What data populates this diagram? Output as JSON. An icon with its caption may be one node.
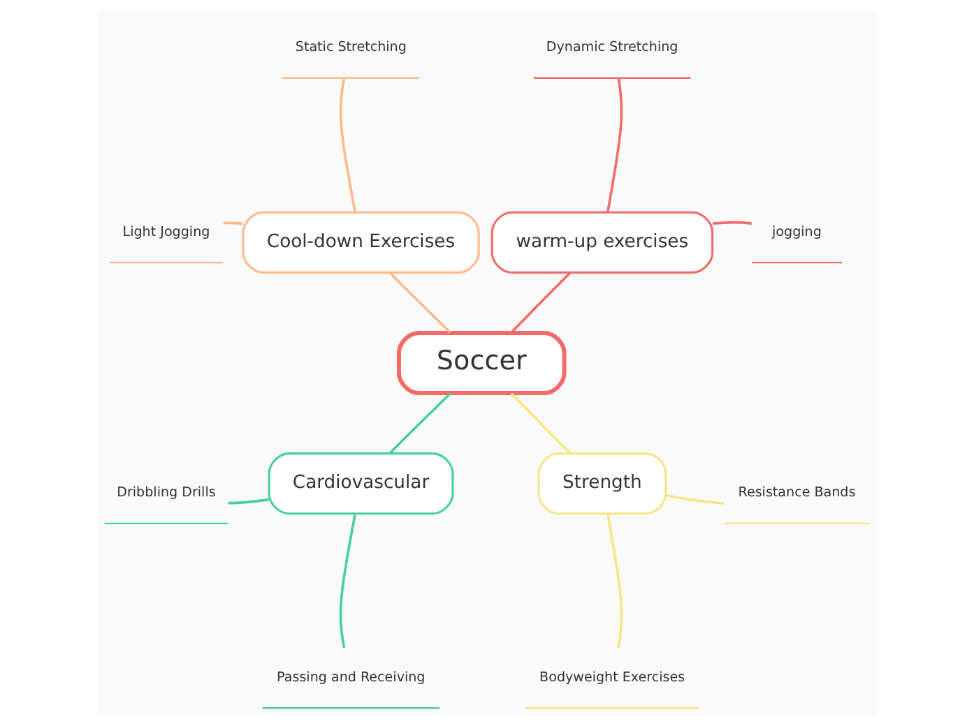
{
  "diagram": {
    "nodes": [
      {
        "text": [
          "Soccer"
        ]
      },
      {
        "text": [
          "warm-up exercises"
        ]
      },
      {
        "text": [
          "jogging"
        ]
      },
      {
        "text": [
          "Dynamic Stretching"
        ]
      },
      {
        "text": [
          "Cool-down Exercises"
        ]
      },
      {
        "text": [
          "Static Stretching"
        ]
      },
      {
        "text": [
          "Light Jogging"
        ]
      },
      {
        "text": [
          "Cardiovascular"
        ]
      },
      {
        "text": [
          "Dribbling Drills"
        ]
      },
      {
        "text": [
          "Passing and Receiving"
        ]
      },
      {
        "text": [
          "Strength"
        ]
      },
      {
        "text": [
          "Bodyweight Exercises"
        ]
      },
      {
        "text": [
          "Resistance Bands"
        ]
      }
    ],
    "edges": [
      {
        "from": 0,
        "to": 1,
        "arrow": "none",
        "color": "#f26b68"
      },
      {
        "from": 1,
        "to": 2,
        "arrow": "none",
        "color": "#f26b68"
      },
      {
        "from": 1,
        "to": 3,
        "arrow": "none",
        "color": "#f26b68"
      },
      {
        "from": 0,
        "to": 4,
        "arrow": "none",
        "color": "#ffb98a"
      },
      {
        "from": 4,
        "to": 5,
        "arrow": "none",
        "color": "#ffb98a"
      },
      {
        "from": 4,
        "to": 6,
        "arrow": "none",
        "color": "#ffb98a"
      },
      {
        "from": 0,
        "to": 7,
        "arrow": "none",
        "color": "#45cfa3"
      },
      {
        "from": 7,
        "to": 8,
        "arrow": "none",
        "color": "#45cfa3"
      },
      {
        "from": 7,
        "to": 9,
        "arrow": "none",
        "color": "#45cfa3"
      },
      {
        "from": 0,
        "to": 10,
        "arrow": "none",
        "color": "#f7e685"
      },
      {
        "from": 10,
        "to": 11,
        "arrow": "none",
        "color": "#f7e685"
      },
      {
        "from": 10,
        "to": 12,
        "arrow": "none",
        "color": "#f7e685"
      }
    ]
  }
}
